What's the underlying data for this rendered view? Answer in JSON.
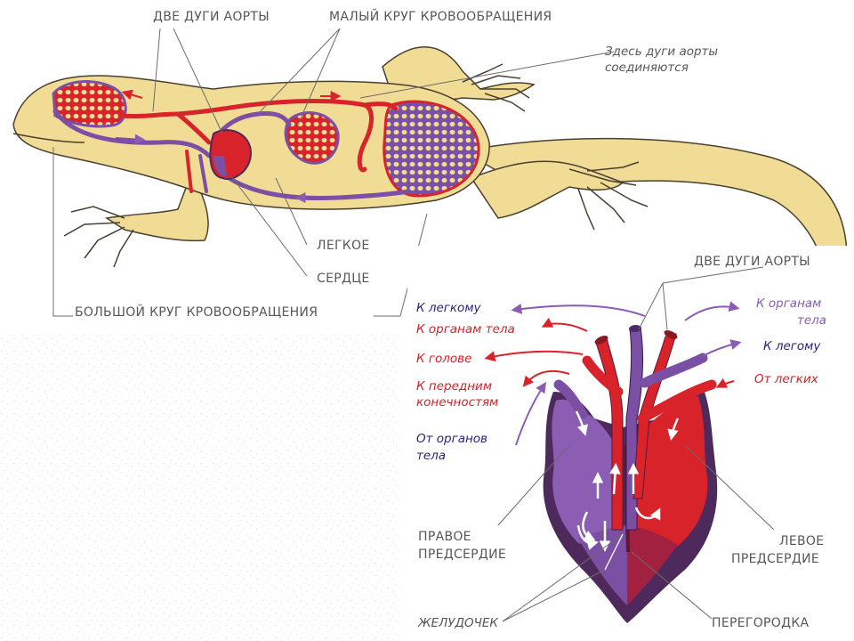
{
  "colors": {
    "body": "#f0dc95",
    "body_outline": "#4a4030",
    "oxygenated": "#d8232a",
    "deoxygenated": "#7b4fa3",
    "heart_outer": "#4e2a5c",
    "text": "#55575b"
  },
  "top_labels": {
    "two_aortic_arches": "ДВЕ ДУГИ АОРТЫ",
    "pulmonary_circulation": "МАЛЫЙ КРУГ КРОВООБРАЩЕНИЯ",
    "arches_join_line1": "Здесь дуги аорты",
    "arches_join_line2": "соединяются",
    "lung": "ЛЕГКОЕ",
    "heart": "СЕРДЦЕ",
    "systemic_circulation": "БОЛЬШОЙ КРУГ КРОВООБРАЩЕНИЯ"
  },
  "heart_panel": {
    "title": "ДВЕ ДУГИ АОРТЫ",
    "to_lung_left": "К легкому",
    "to_body_organs_left": "К органам тела",
    "to_head": "К голове",
    "to_forelimbs_line1": "К передним",
    "to_forelimbs_line2": "конечностям",
    "from_body_organs_line1": "От органов",
    "from_body_organs_line2": "тела",
    "to_body_organs_right_line1": "К органам",
    "to_body_organs_right_line2": "тела",
    "to_lung_right": "К легому",
    "from_lungs": "От легких",
    "right_atrium_line1": "ПРАВОЕ",
    "right_atrium_line2": "ПРЕДСЕРДИЕ",
    "left_atrium_line1": "ЛЕВОЕ",
    "left_atrium_line2": "ПРЕДСЕРДИЕ",
    "ventricle": "ЖЕЛУДОЧЕК",
    "septum": "ПЕРЕГОРОДКА"
  }
}
